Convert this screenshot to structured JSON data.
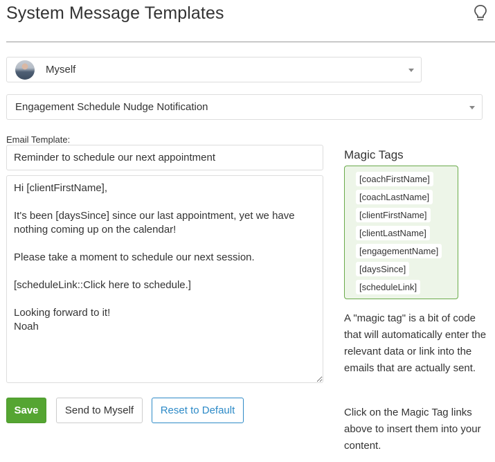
{
  "header": {
    "title": "System Message Templates",
    "help_icon": "lightbulb-icon"
  },
  "coach_select": {
    "selected": "Myself",
    "avatar": "user-avatar"
  },
  "template_select": {
    "selected": "Engagement Schedule Nudge Notification"
  },
  "email": {
    "label": "Email Template:",
    "subject": "Reminder to schedule our next appointment",
    "body": "Hi [clientFirstName],\n\nIt's been [daysSince] since our last appointment, yet we have nothing coming up on the calendar!\n\nPlease take a moment to schedule our next session.\n\n[scheduleLink::Click here to schedule.]\n\nLooking forward to it!\nNoah"
  },
  "buttons": {
    "save": "Save",
    "send_to_myself": "Send to Myself",
    "reset": "Reset to Default"
  },
  "magic_tags": {
    "title": "Magic Tags",
    "tags": [
      "[coachFirstName]",
      "[coachLastName]",
      "[clientFirstName]",
      "[clientLastName]",
      "[engagementName]",
      "[daysSince]",
      "[scheduleLink]"
    ],
    "help_1": "A \"magic tag\" is a bit of code that will automatically enter the relevant data or link into the emails that are actually sent.",
    "help_2": "Click on the Magic Tag links above to insert them into your content."
  },
  "colors": {
    "save_green": "#55a532",
    "reset_blue": "#2d8ac7",
    "tags_bg": "#edf5e8",
    "tags_border": "#6aaa4a"
  }
}
